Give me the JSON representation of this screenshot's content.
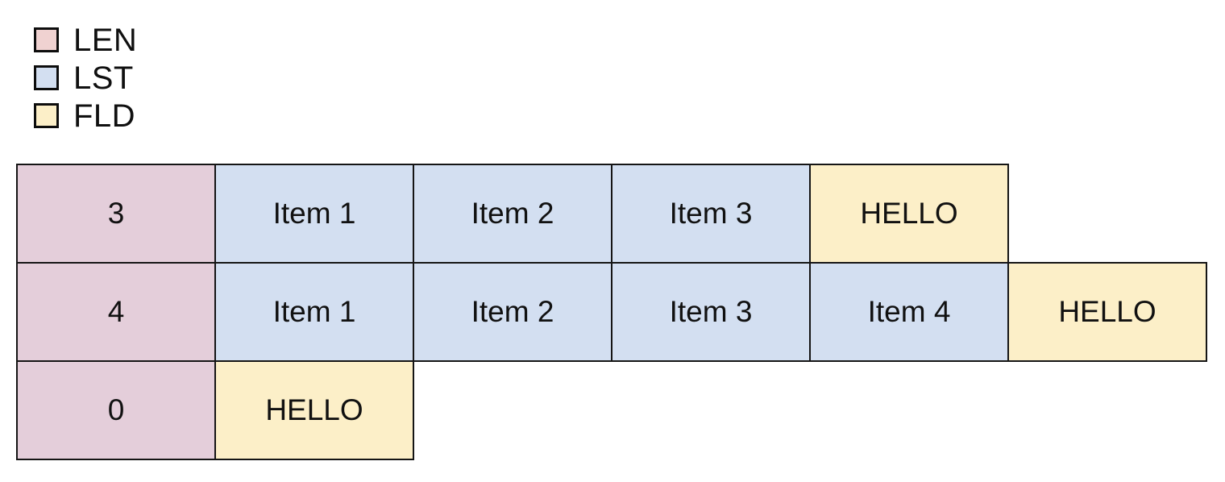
{
  "legend": {
    "items": [
      {
        "label": "LEN",
        "color": "#f0d2d1",
        "key": "len"
      },
      {
        "label": "LST",
        "color": "#d3dff1",
        "key": "lst"
      },
      {
        "label": "FLD",
        "color": "#fcefc8",
        "key": "fld"
      }
    ]
  },
  "colors": {
    "len_fill": "#e4ceda",
    "lst_fill": "#d3dff1",
    "fld_fill": "#fcefc8",
    "border": "#151515",
    "background": "#ffffff",
    "text": "#111111"
  },
  "table": {
    "rows": [
      {
        "len_value": "3",
        "cells": [
          {
            "text": "Item 1",
            "type": "lst"
          },
          {
            "text": "Item 2",
            "type": "lst"
          },
          {
            "text": "Item 3",
            "type": "lst"
          },
          {
            "text": "HELLO",
            "type": "fld"
          }
        ]
      },
      {
        "len_value": "4",
        "cells": [
          {
            "text": "Item 1",
            "type": "lst"
          },
          {
            "text": "Item 2",
            "type": "lst"
          },
          {
            "text": "Item 3",
            "type": "lst"
          },
          {
            "text": "Item 4",
            "type": "lst"
          },
          {
            "text": "HELLO",
            "type": "fld"
          }
        ]
      },
      {
        "len_value": "0",
        "cells": [
          {
            "text": "HELLO",
            "type": "fld"
          }
        ]
      }
    ]
  }
}
